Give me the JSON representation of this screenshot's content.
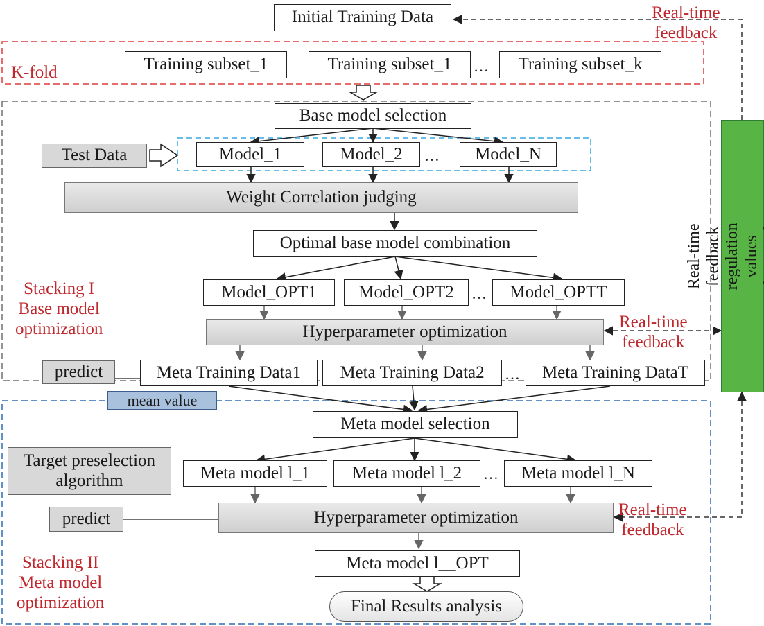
{
  "nodes": {
    "initial_training_data": "Initial Training Data",
    "training_subset_a": "Training subset_1",
    "training_subset_b": "Training subset_1",
    "training_subset_k": "Training subset_k",
    "base_model_selection": "Base model selection",
    "test_data": "Test Data",
    "model_1": "Model_1",
    "model_2": "Model_2",
    "model_n": "Model_N",
    "weight_correlation": "Weight  Correlation  judging",
    "optimal_combination": "Optimal base model combination",
    "model_opt1": "Model_OPT1",
    "model_opt2": "Model_OPT2",
    "model_optt": "Model_OPTT",
    "hyperparameter_opt_1": "Hyperparameter optimization",
    "predict_1": "predict",
    "meta_training_data1": "Meta Training Data1",
    "meta_training_data2": "Meta Training Data2",
    "meta_training_datat": "Meta Training DataT",
    "mean_value": "mean value",
    "meta_model_selection": "Meta model selection",
    "target_preselection": "Target preselection algorithm",
    "meta_model_1": "Meta model l_1",
    "meta_model_2": "Meta model l_2",
    "meta_model_n": "Meta model l_N",
    "predict_2": "predict",
    "hyperparameter_opt_2": "Hyperparameter optimization",
    "meta_model_opt": "Meta model l__OPT",
    "final_results": "Final Results analysis",
    "feedback_regulation": "Real-time feedback regulation values from real systems"
  },
  "labels": {
    "kfold": "K-fold",
    "feedback_line1": "Real-time",
    "feedback_line2": "feedback",
    "stacking1_l1": "Stacking I",
    "stacking1_l2": "Base model",
    "stacking1_l3": "optimization",
    "stacking2_l1": "Stacking II",
    "stacking2_l2": "Meta model",
    "stacking2_l3": "optimization",
    "ellipsis": "…"
  },
  "colors": {
    "kfold_border": "#e03c3c",
    "stacking1_border": "#707070",
    "stacking2_border": "#2f6db5",
    "test_border": "#36a9e0",
    "label_red": "#c0282d",
    "feedback_green": "#58b545",
    "mean_blue": "#a9c1dc"
  }
}
